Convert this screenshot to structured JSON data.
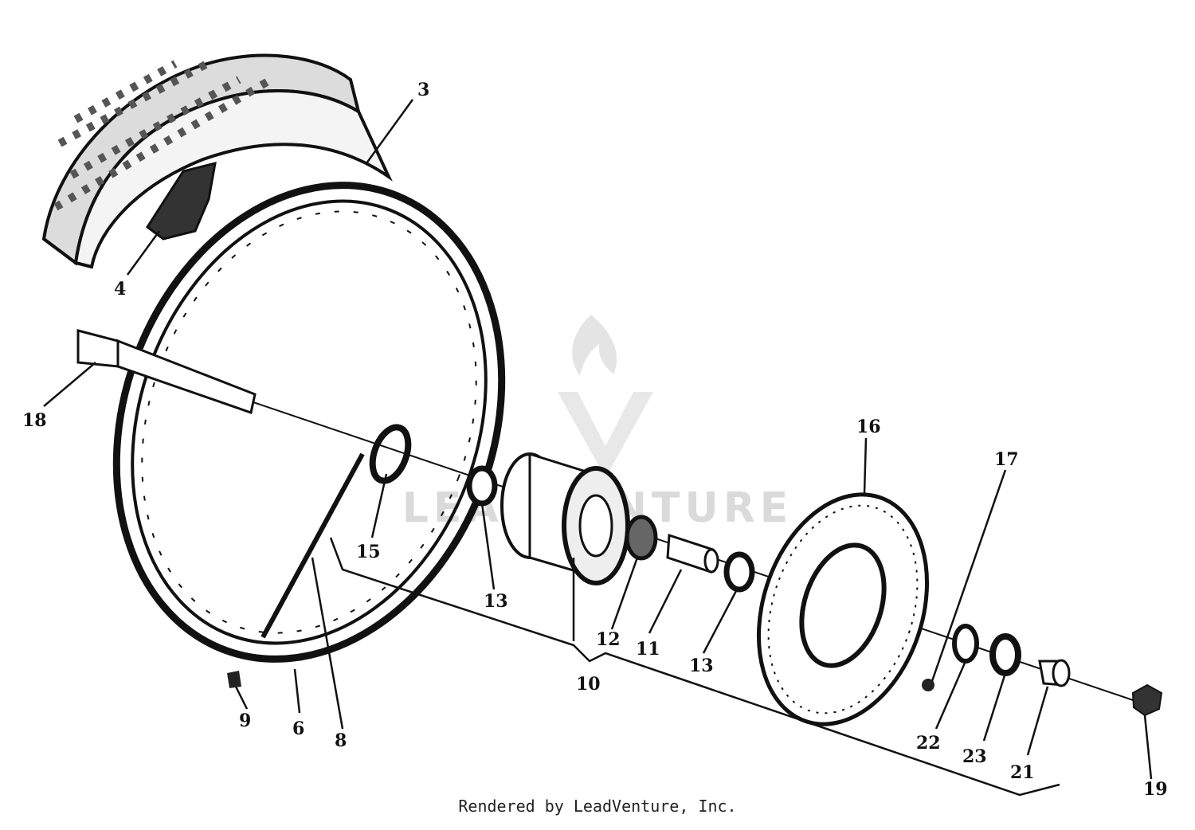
{
  "diagram": {
    "callouts": {
      "c3": "3",
      "c4": "4",
      "c18": "18",
      "c15": "15",
      "c13a": "13",
      "c12": "12",
      "c11": "11",
      "c13b": "13",
      "c10": "10",
      "c9": "9",
      "c6": "6",
      "c8": "8",
      "c16": "16",
      "c17": "17",
      "c22": "22",
      "c23": "23",
      "c21": "21",
      "c19": "19"
    },
    "watermark": "LEADVENTURE"
  },
  "footer": {
    "text": "Rendered by LeadVenture, Inc."
  }
}
